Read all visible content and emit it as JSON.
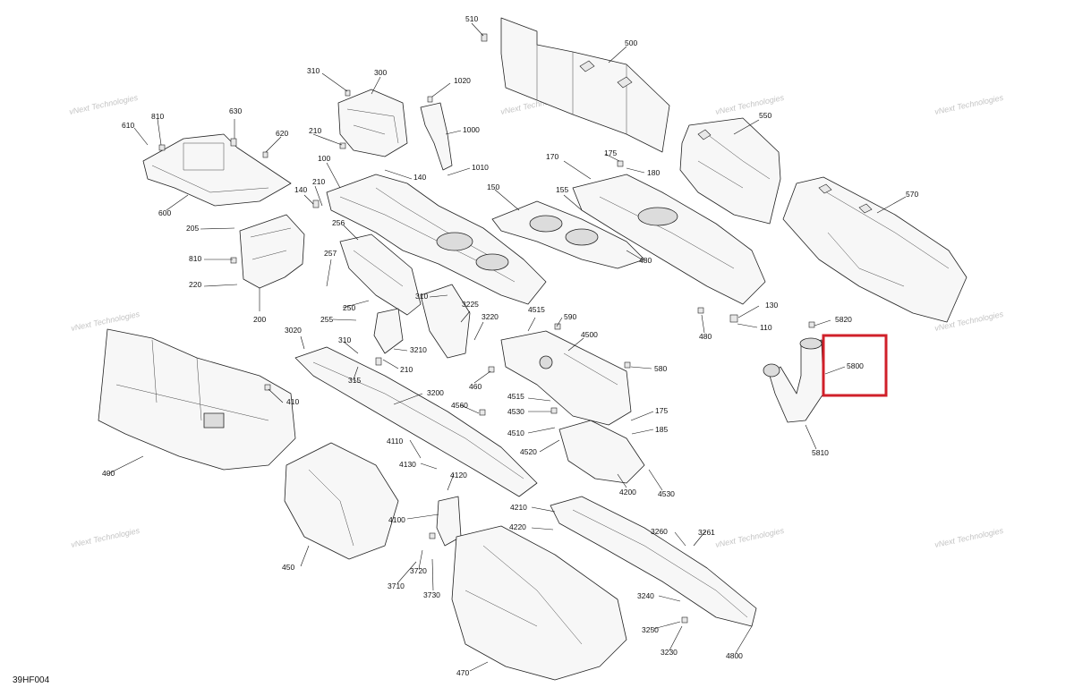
{
  "diagram_code": "39HF004",
  "watermark": {
    "line1": "vNext",
    "line2": "Technologies",
    "line3": "vNext Technologies"
  },
  "highlight_color": "#d0202a",
  "highlighted_callout": "5800",
  "callouts": {
    "c510": "510",
    "c500": "500",
    "c550": "550",
    "c570": "570",
    "c310a": "310",
    "c300": "300",
    "c1020": "1020",
    "c1000": "1000",
    "c1010": "1010",
    "c630": "630",
    "c610": "610",
    "c810a": "810",
    "c620": "620",
    "c600": "600",
    "c210a": "210",
    "c100": "100",
    "c140a": "140",
    "c140b": "140",
    "c210b": "210",
    "c205": "205",
    "c256": "256",
    "c810b": "810",
    "c220": "220",
    "c200": "200",
    "c257": "257",
    "c250": "250",
    "c255": "255",
    "c310b": "310",
    "c3225": "3225",
    "c3220": "3220",
    "c3020": "3020",
    "c310c": "310",
    "c3210": "3210",
    "c210c": "210",
    "c315": "315",
    "c3200": "3200",
    "c410": "410",
    "c400": "400",
    "c175a": "175",
    "c180": "180",
    "c170": "170",
    "c150": "150",
    "c155": "155",
    "c480a": "480",
    "c130": "130",
    "c110": "110",
    "c480b": "480",
    "c5820": "5820",
    "c5800": "5800",
    "c5810": "5810",
    "c4515a": "4515",
    "c590": "590",
    "c4500": "4500",
    "c580": "580",
    "c460": "460",
    "c4515b": "4515",
    "c4530": "4530",
    "c4560": "4560",
    "c4510": "4510",
    "c4520": "4520",
    "c175b": "175",
    "c185": "185",
    "c4200": "4200",
    "c4530b": "4530",
    "c4110": "4110",
    "c4130": "4130",
    "c4120": "4120",
    "c4100": "4100",
    "c4210": "4210",
    "c4220": "4220",
    "c3260": "3260",
    "c3261": "3261",
    "c450": "450",
    "c3720": "3720",
    "c3710": "3710",
    "c3730": "3730",
    "c3240": "3240",
    "c3250": "3250",
    "c3230": "3230",
    "c470": "470",
    "c4800": "4800"
  }
}
